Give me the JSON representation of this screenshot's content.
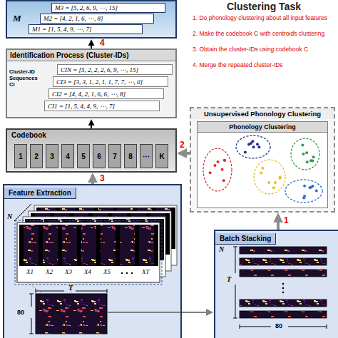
{
  "diagram": {
    "title": "Clustering Task",
    "nodes": [
      {
        "text": [
          "M"
        ]
      },
      {
        "text": [
          "M3 = [5, 2, 6, 9, ⋯, 15]"
        ],
        "in": 0
      },
      {
        "text": [
          "M2 = [4, 2, 1, 6, ⋯, 8]"
        ],
        "in": 0
      },
      {
        "text": [
          "M1 = [1, 5, 4, 9, ⋯, 7]"
        ],
        "in": 0
      },
      {
        "text": [
          "Identification Process (Cluster-IDs)",
          "Cluster-ID Sequences CI"
        ]
      },
      {
        "text": [
          "CIN = [5, 2, 2, 2, 6, 9, ⋯, 15]"
        ],
        "in": 4
      },
      {
        "text": [
          "CI3 = [3, 3, 1, 2, 1, 1, 7, 7, ⋯, 0]"
        ],
        "in": 4
      },
      {
        "text": [
          "CI2 = [4, 4, 2, 1, 6, 6, ⋯, 8]"
        ],
        "in": 4
      },
      {
        "text": [
          "CI1 = [1, 5, 4, 4, 9, ⋯, 7]"
        ],
        "in": 4
      },
      {
        "text": [
          "Codebook"
        ]
      },
      {
        "text": [
          "1"
        ],
        "in": 9
      },
      {
        "text": [
          "2"
        ],
        "in": 9
      },
      {
        "text": [
          "3"
        ],
        "in": 9
      },
      {
        "text": [
          "4"
        ],
        "in": 9
      },
      {
        "text": [
          "5"
        ],
        "in": 9
      },
      {
        "text": [
          "6"
        ],
        "in": 9
      },
      {
        "text": [
          "7"
        ],
        "in": 9
      },
      {
        "text": [
          "8"
        ],
        "in": 9
      },
      {
        "text": [
          "⋯"
        ],
        "in": 9
      },
      {
        "text": [
          "K"
        ],
        "in": 9
      },
      {
        "text": [
          "Unsupervised Phonology Clustering"
        ]
      },
      {
        "text": [
          "Phonology Clustering"
        ],
        "in": 20
      },
      {
        "text": [
          "Feature Extraction"
        ]
      },
      {
        "text": [
          "Batch Stacking"
        ]
      }
    ],
    "edges": [
      {
        "from": 22,
        "to": 23,
        "arrow": "to"
      },
      {
        "from": 23,
        "to": 20,
        "label": "1",
        "arrow": "to"
      },
      {
        "from": 20,
        "to": 9,
        "label": "2",
        "arrow": "to"
      },
      {
        "from": 22,
        "to": 9,
        "label": "3",
        "arrow": "to"
      },
      {
        "from": 9,
        "to": 4,
        "arrow": "to"
      },
      {
        "from": 4,
        "to": 0,
        "label": "4",
        "arrow": "to"
      }
    ],
    "labels": [
      "1. Do phonology clustering about all input features",
      "2. Make the codebook C with centroids clustering",
      "3. Obtain the cluster-IDs using codebook C",
      "4. Merge the repeated cluster-IDs",
      "N",
      "X1",
      "X2",
      "X3",
      "X4",
      "X5",
      "XT",
      "T",
      "80",
      "N",
      "T",
      "80"
    ]
  }
}
